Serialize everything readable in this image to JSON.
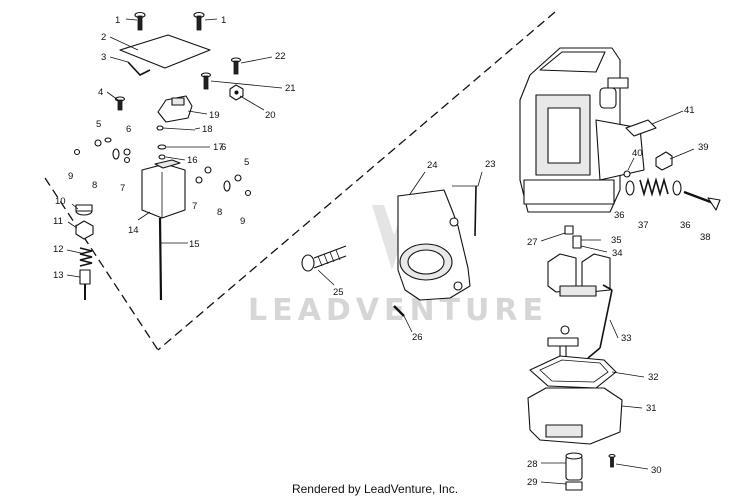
{
  "footer": {
    "text": "Rendered by LeadVenture, Inc."
  },
  "watermark": {
    "text": "LEADVENTURE"
  },
  "callouts": {
    "c1a": "1",
    "c1b": "1",
    "c2": "2",
    "c3": "3",
    "c4": "4",
    "c5a": "5",
    "c5b": "5",
    "c6a": "6",
    "c6b": "6",
    "c7a": "7",
    "c7b": "7",
    "c8a": "8",
    "c8b": "8",
    "c9a": "9",
    "c9b": "9",
    "c10": "10",
    "c11": "11",
    "c12": "12",
    "c13": "13",
    "c14": "14",
    "c15": "15",
    "c16": "16",
    "c17": "17",
    "c18": "18",
    "c19": "19",
    "c20": "20",
    "c21": "21",
    "c22": "22",
    "c23": "23",
    "c24": "24",
    "c25": "25",
    "c26": "26",
    "c27": "27",
    "c28": "28",
    "c29": "29",
    "c30": "30",
    "c31": "31",
    "c32": "32",
    "c33": "33",
    "c34": "34",
    "c35": "35",
    "c36a": "36",
    "c36b": "36",
    "c37": "37",
    "c38": "38",
    "c39": "39",
    "c40": "40",
    "c41": "41"
  }
}
